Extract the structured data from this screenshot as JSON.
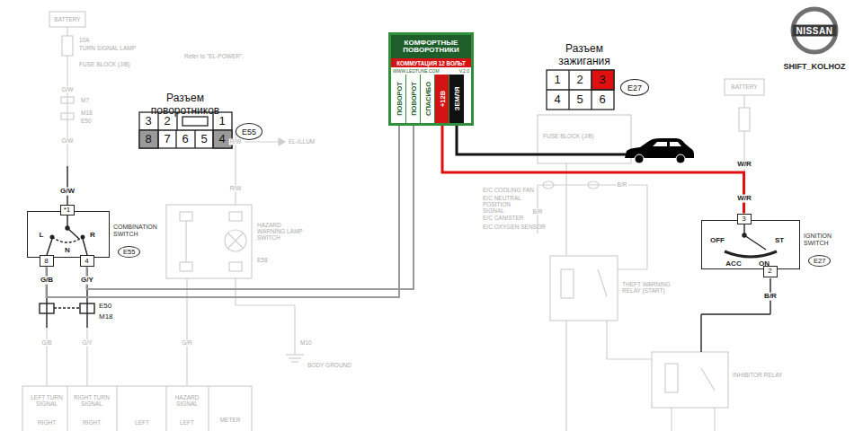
{
  "diagram": {
    "nodes": [
      {
        "text": [
          "КОМФОРТНЫЕ ПОВОРОТНИКИ",
          "КОММУТАЦИЯ 12 ВОЛЬТ",
          "WWW.LEDTUNE.COM",
          "V.2.0"
        ]
      },
      {
        "text": [
          "ПОВОРОТ"
        ],
        "in": 0
      },
      {
        "text": [
          "ПОВОРОТ"
        ],
        "in": 0
      },
      {
        "text": [
          "СПАСИБО"
        ],
        "in": 0
      },
      {
        "text": [
          "+12В"
        ],
        "in": 0
      },
      {
        "text": [
          "ЗЕМЛЯ"
        ],
        "in": 0
      },
      {
        "text": [
          "Разъем поворотников"
        ]
      },
      {
        "text": [
          "E55"
        ]
      },
      {
        "text": [
          "Разъем зажигания"
        ]
      },
      {
        "text": [
          "E27"
        ]
      },
      {
        "text": [
          "NISSAN"
        ]
      },
      {
        "text": [
          "COMBINATION SWITCH",
          "E55"
        ]
      },
      {
        "text": [
          "*1"
        ],
        "in": 11
      },
      {
        "text": [
          "8"
        ],
        "in": 11
      },
      {
        "text": [
          "4"
        ],
        "in": 11
      },
      {
        "text": [
          "IGNITION SWITCH",
          "E27"
        ]
      },
      {
        "text": [
          "3"
        ],
        "in": 15
      },
      {
        "text": [
          "2"
        ],
        "in": 15
      }
    ],
    "edges": [
      {
        "from": 1,
        "to": 13,
        "arrow": "none"
      },
      {
        "from": 2,
        "to": 14,
        "arrow": "none"
      },
      {
        "from": 4,
        "to": 16,
        "arrow": "none"
      }
    ],
    "labels": [
      "3",
      "2",
      "1",
      "8",
      "7",
      "6",
      "5",
      "4",
      "1",
      "2",
      "3",
      "4",
      "5",
      "6",
      "BATTERY",
      "10A",
      "TURN SIGNAL LAMP",
      "FUSE BLOCK (J/B)",
      "Refer to \"EL-POWER\".",
      "G/W",
      "M7",
      "M18",
      "E50",
      "G/W",
      "G/W",
      "L",
      "N",
      "R",
      "G/B",
      "G/Y",
      "E50",
      "M18",
      "G/B",
      "G/Y",
      "LEFT TURN SIGNAL",
      "RIGHT TURN SIGNAL",
      "HAZARD SIGNAL",
      "RIGHT",
      "RIGHT",
      "LEFT",
      "LEFT",
      "METER",
      "R/W",
      "EL-ILLUM",
      "R/W",
      "HAZARD WARNING LAMP SWITCH",
      "E58",
      "G/R",
      "M10",
      "BODY GROUND",
      "E/C COOLING FAN",
      "E/C NEUTRAL POSITION SIGNAL",
      "E/C CANISTER",
      "E/C OXYGEN SENSOR",
      "B/R",
      "B/R",
      "THEFT WARNING RELAY (START)",
      "BATTERY",
      "W/R",
      "W/R",
      "OFF",
      "ST",
      "ACC",
      "ON",
      "B/R",
      "INHIBITOR RELAY",
      "SHIFT_KOLHOZ",
      "FUSE BLOCK (J/B)"
    ]
  }
}
